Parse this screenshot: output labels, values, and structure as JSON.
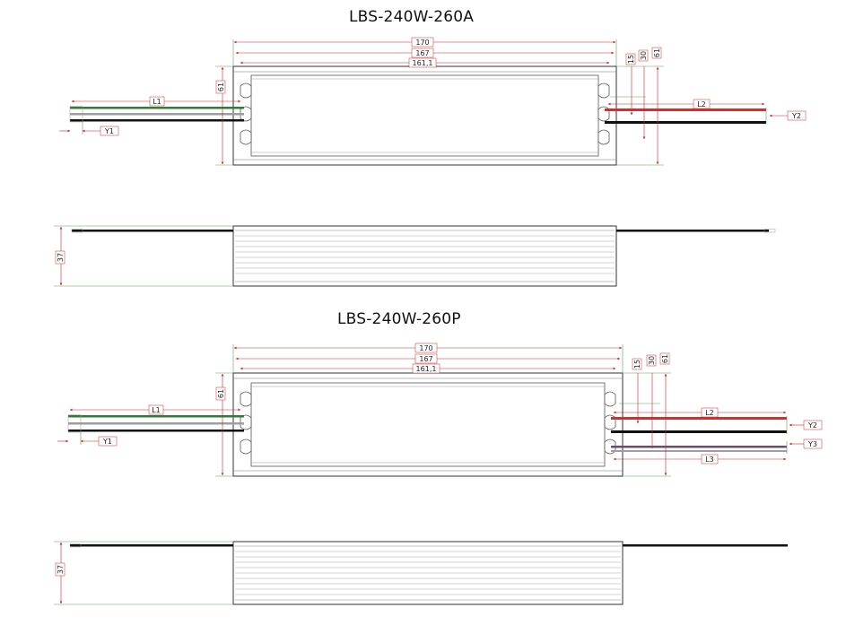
{
  "model_a": {
    "title": "LBS-240W-260A",
    "dims": {
      "length_overall": "170",
      "length_mid": "167",
      "length_inner": "161,1",
      "height_side": "61",
      "h1": "15",
      "h2": "30",
      "h3": "61",
      "thickness": "37"
    },
    "labels": {
      "lead_left": "L1",
      "lead_right": "L2",
      "y_left": "Y1",
      "y_right": "Y2"
    }
  },
  "model_p": {
    "title": "LBS-240W-260P",
    "dims": {
      "length_overall": "170",
      "length_mid": "167",
      "length_inner": "161,1",
      "height_side": "61",
      "h1": "15",
      "h2": "30",
      "h3": "61",
      "thickness": "37"
    },
    "labels": {
      "lead_left": "L1",
      "lead_right_top": "L2",
      "lead_right_bottom": "L3",
      "y_left": "Y1",
      "y_right_top": "Y2",
      "y_right_bottom": "Y3"
    }
  },
  "colors": {
    "wire_green": "#2e7d32",
    "wire_red": "#d32f2f",
    "wire_black": "#111111",
    "wire_gray": "#9e9e9e",
    "wire_purple": "#6a4a7a",
    "dim_line": "#c62828",
    "extension_line": "#5aa05a",
    "outline": "#333333"
  }
}
